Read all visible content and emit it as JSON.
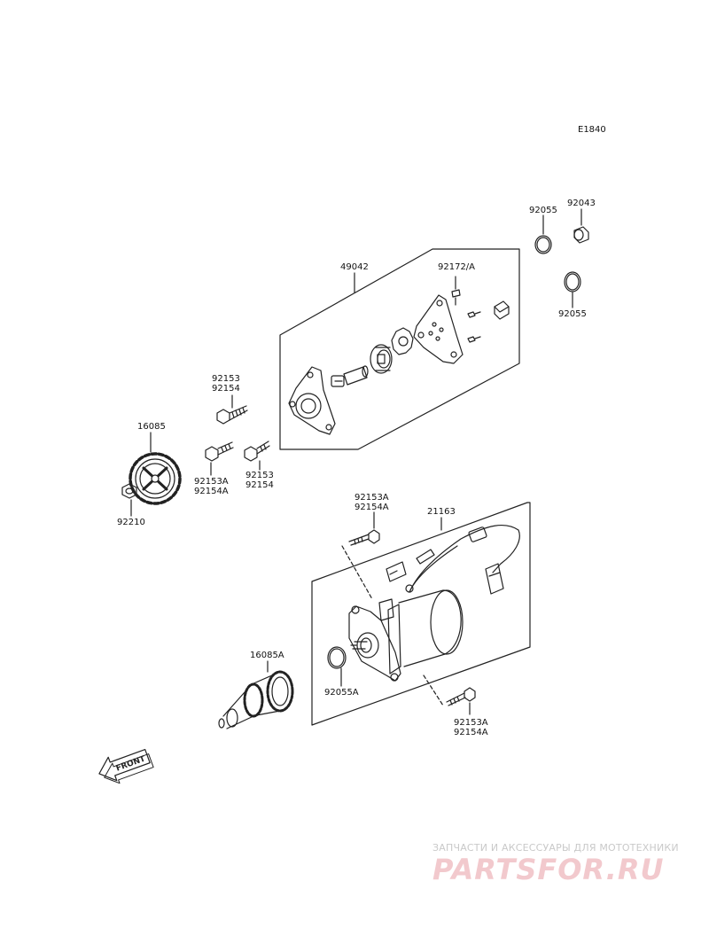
{
  "diagram_ref": "E1840",
  "front_label": "FRONT",
  "labels": {
    "p92055_top": "92055",
    "p92043": "92043",
    "p49042": "49042",
    "p92172A": "92172/A",
    "p92055_right": "92055",
    "p92153_top": [
      "92153",
      "92154"
    ],
    "p16085": "16085",
    "p92153A_left": [
      "92153A",
      "92154A"
    ],
    "p92153_mid": [
      "92153",
      "92154"
    ],
    "p92210": "92210",
    "p92153A_upper": [
      "92153A",
      "92154A"
    ],
    "p21163": "21163",
    "p16085A": "16085A",
    "p92055A": "92055A",
    "p92153A_lower": [
      "92153A",
      "92154A"
    ]
  },
  "watermark": {
    "subtitle": "ЗАПЧАСТИ И АКСЕССУАРЫ ДЛЯ МОТОТЕХНИКИ",
    "brand": "PARTSFOR.RU"
  }
}
